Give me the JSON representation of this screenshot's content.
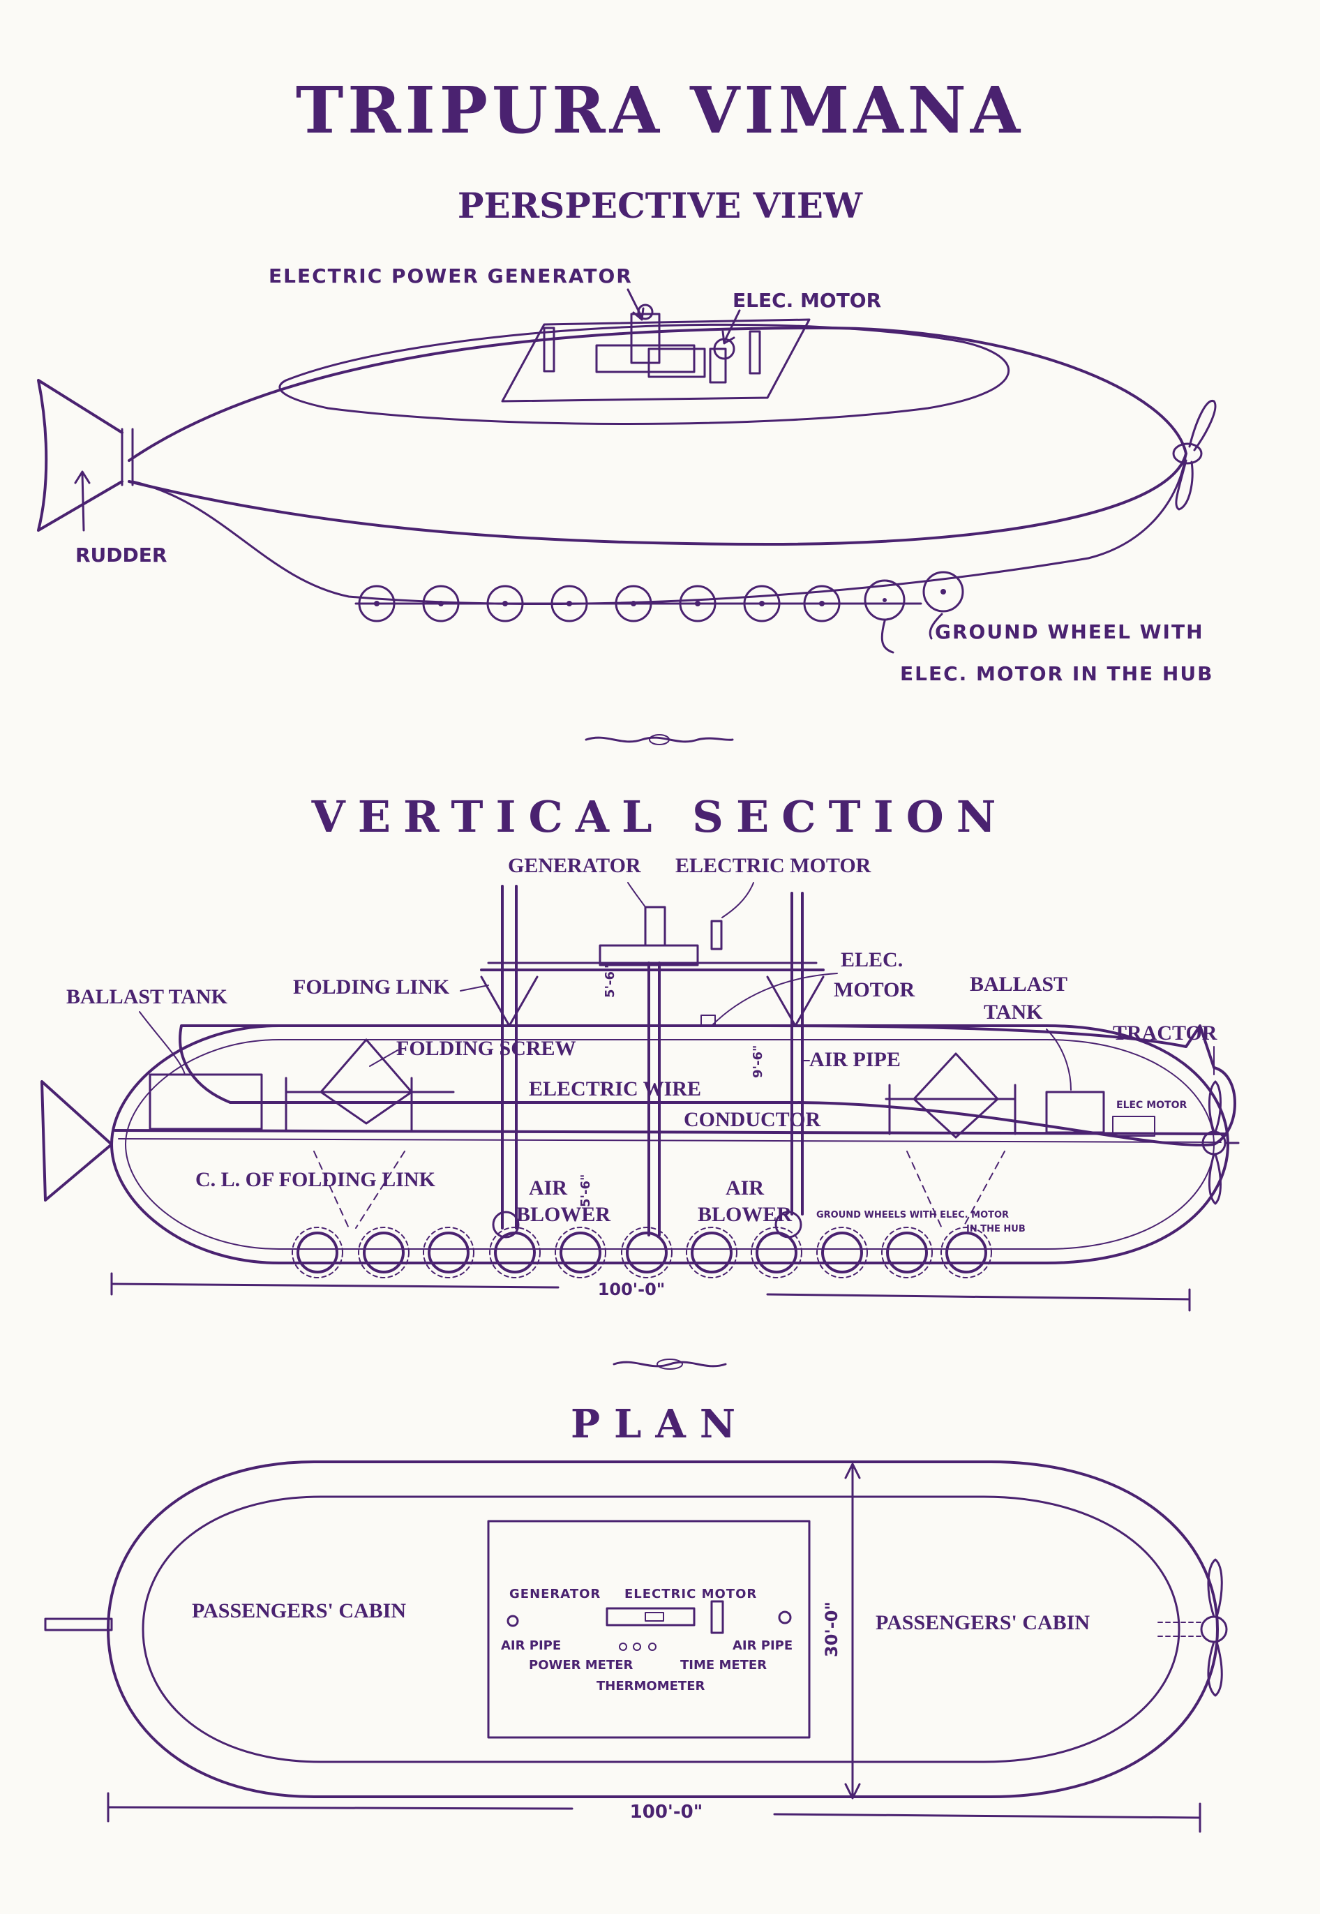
{
  "title": "TRIPURA VIMANA",
  "perspective": {
    "heading": "PERSPECTIVE VIEW",
    "labels": {
      "power_generator": "ELECTRIC POWER GENERATOR",
      "elec_motor": "ELEC. MOTOR",
      "rudder": "RUDDER",
      "ground_wheel_1": "GROUND WHEEL WITH",
      "ground_wheel_2": "ELEC. MOTOR IN THE HUB"
    }
  },
  "vertical_section": {
    "heading": "VERTICAL SECTION",
    "labels": {
      "generator": "GENERATOR",
      "electric_motor": "ELECTRIC MOTOR",
      "elec": "ELEC.",
      "motor": "MOTOR",
      "ballast_tank_left": "BALLAST TANK",
      "ballast_tank_right_1": "BALLAST",
      "ballast_tank_right_2": "TANK",
      "folding_link": "FOLDING LINK",
      "tractor": "TRACTOR",
      "folding_screw": "FOLDING SCREW",
      "air_pipe": "AIR PIPE",
      "electric_wire": "ELECTRIC WIRE",
      "conductor": "CONDUCTOR",
      "cl_folding_link": "C. L. OF FOLDING LINK",
      "air_blower_1": "AIR",
      "air_blower_2": "BLOWER",
      "ground_wheels_1": "GROUND WHEELS WITH ELEC. MOTOR",
      "ground_wheels_2": "IN THE HUB",
      "elec_motor_small": "ELEC MOTOR",
      "dim_a": "5'-6\"",
      "dim_b": "9'-6\"",
      "dim_c": "5'-6\"",
      "length": "100'-0\""
    }
  },
  "plan": {
    "heading": "PLAN",
    "labels": {
      "cabin_left": "PASSENGERS' CABIN",
      "cabin_right": "PASSENGERS' CABIN",
      "generator": "GENERATOR",
      "electric_motor": "ELECTRIC MOTOR",
      "air_pipe_left": "AIR PIPE",
      "air_pipe_right": "AIR PIPE",
      "power_meter": "POWER METER",
      "time_meter": "TIME METER",
      "thermometer": "THERMOMETER",
      "width": "30'-0\"",
      "length": "100'-0\""
    }
  },
  "colors": {
    "ink": "#4a2270",
    "paper": "#fbfaf6"
  }
}
